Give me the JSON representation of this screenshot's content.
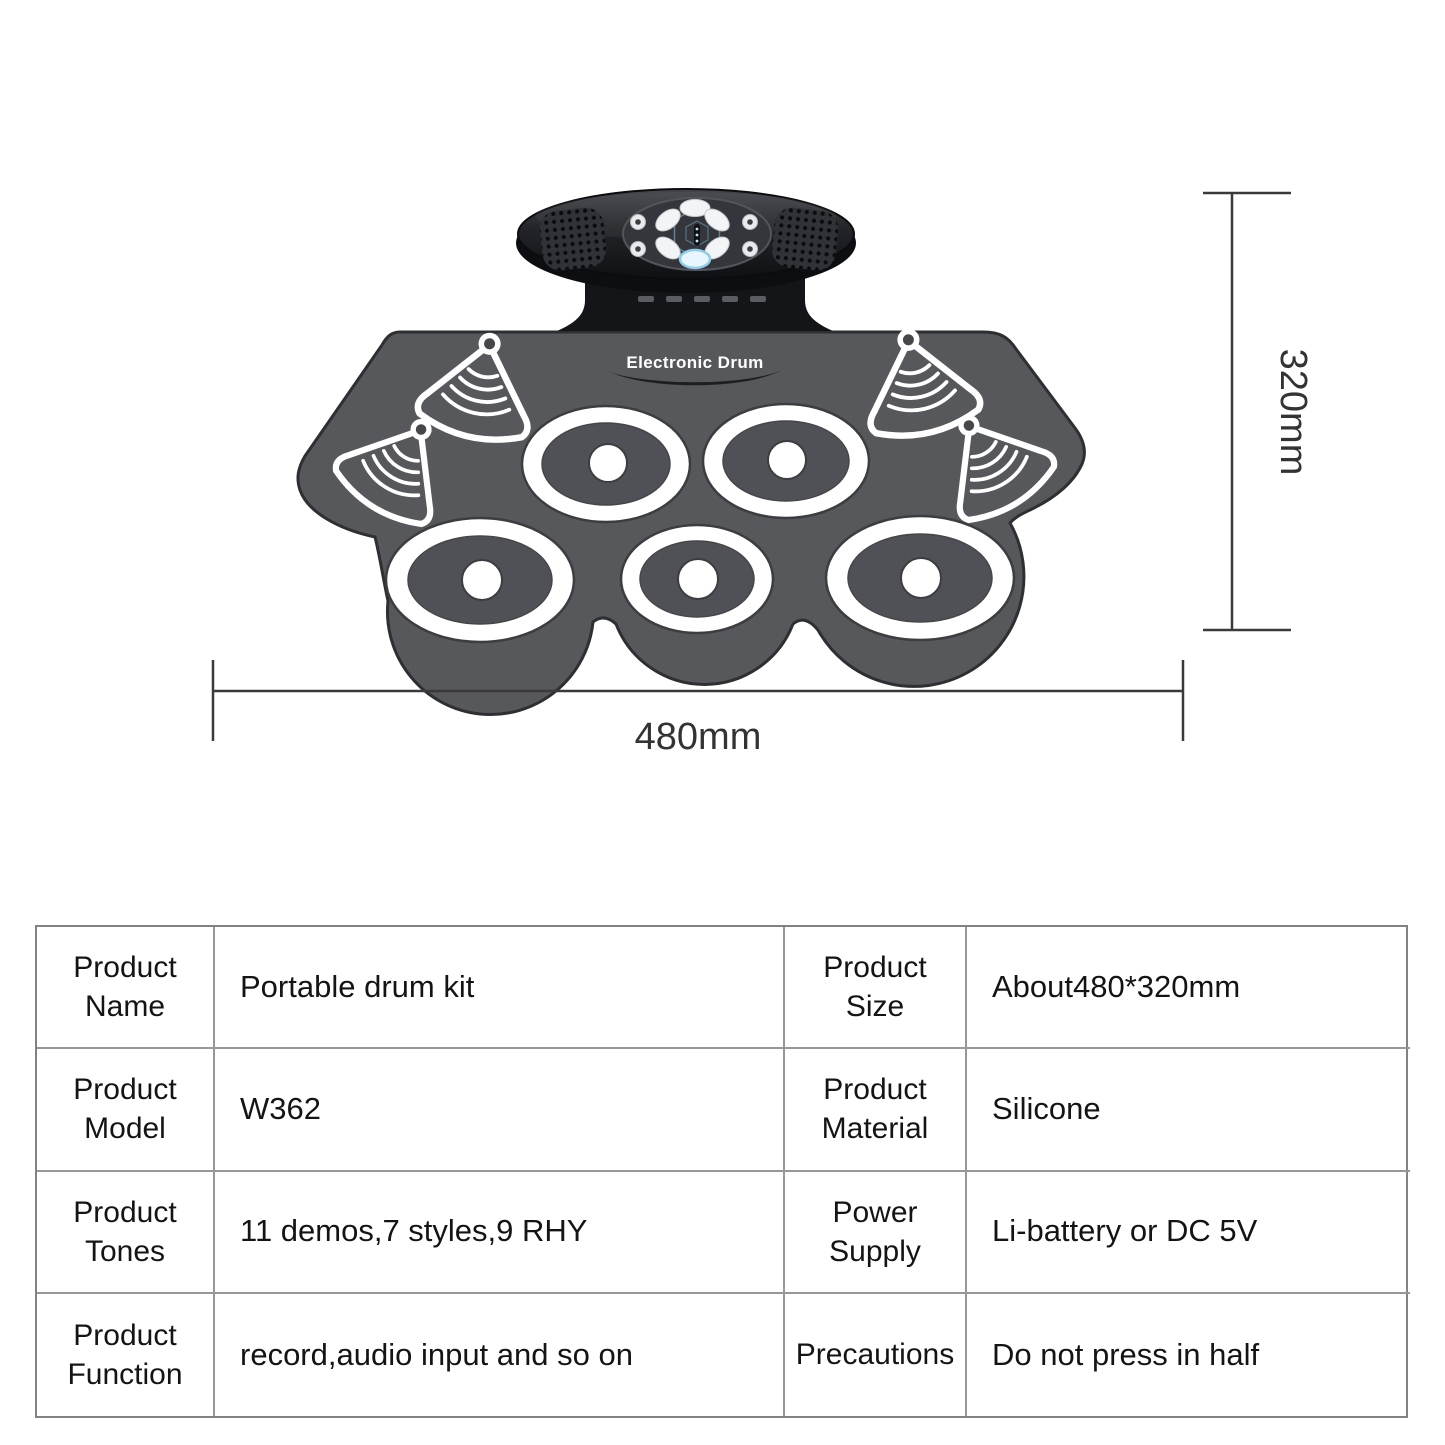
{
  "diagram": {
    "device_label": "Electronic Drum",
    "width_dimension_label": "480mm",
    "height_dimension_label": "320mm",
    "pad_counts": {
      "cymbal_pads": 4,
      "drum_pads": 5
    },
    "colors": {
      "mat_gray": "#57585c",
      "pod_black": "#17181c",
      "pad_white": "#ffffff",
      "accent_blue": "#8cc9e8",
      "dimension_line": "#3a3a3a"
    }
  },
  "spec_table": {
    "rows": [
      {
        "label1": "Product Name",
        "value1": "Portable drum kit",
        "label2": "Product Size",
        "value2": "About480*320mm"
      },
      {
        "label1": "Product Model",
        "value1": "W362",
        "label2": "Product Material",
        "value2": "Silicone"
      },
      {
        "label1": "Product Tones",
        "value1": "11 demos,7 styles,9 RHY",
        "label2": "Power Supply",
        "value2": "Li-battery or DC 5V"
      },
      {
        "label1": "Product Function",
        "value1": "record,audio input and so on",
        "label2": "Precautions",
        "value2": "Do not press in half"
      }
    ]
  }
}
